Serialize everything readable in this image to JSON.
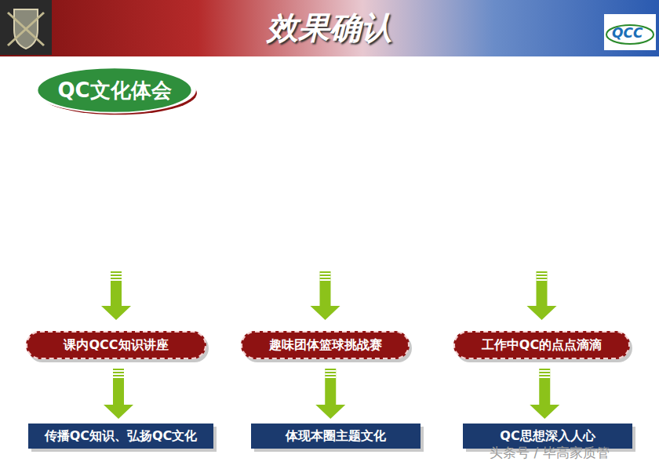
{
  "diagram": {
    "title": "效果确认",
    "nodes": [
      {
        "text": [
          "QC文化体会"
        ]
      },
      {
        "text": [
          "课内QCC知识讲座"
        ]
      },
      {
        "text": [
          "趣味团体篮球挑战赛"
        ]
      },
      {
        "text": [
          "工作中QC的点点滴滴"
        ]
      },
      {
        "text": [
          "传播QC知识、弘扬QC文化"
        ]
      },
      {
        "text": [
          "体现本圈主题文化"
        ]
      },
      {
        "text": [
          "QC思想深入人心"
        ]
      }
    ],
    "edges": [
      {
        "from": 1,
        "to": 4,
        "arrow": "to"
      },
      {
        "from": 2,
        "to": 5,
        "arrow": "to"
      },
      {
        "from": 3,
        "to": 6,
        "arrow": "to"
      }
    ],
    "labels": [
      "QCC",
      "头条号 / 毕高家质管"
    ]
  }
}
